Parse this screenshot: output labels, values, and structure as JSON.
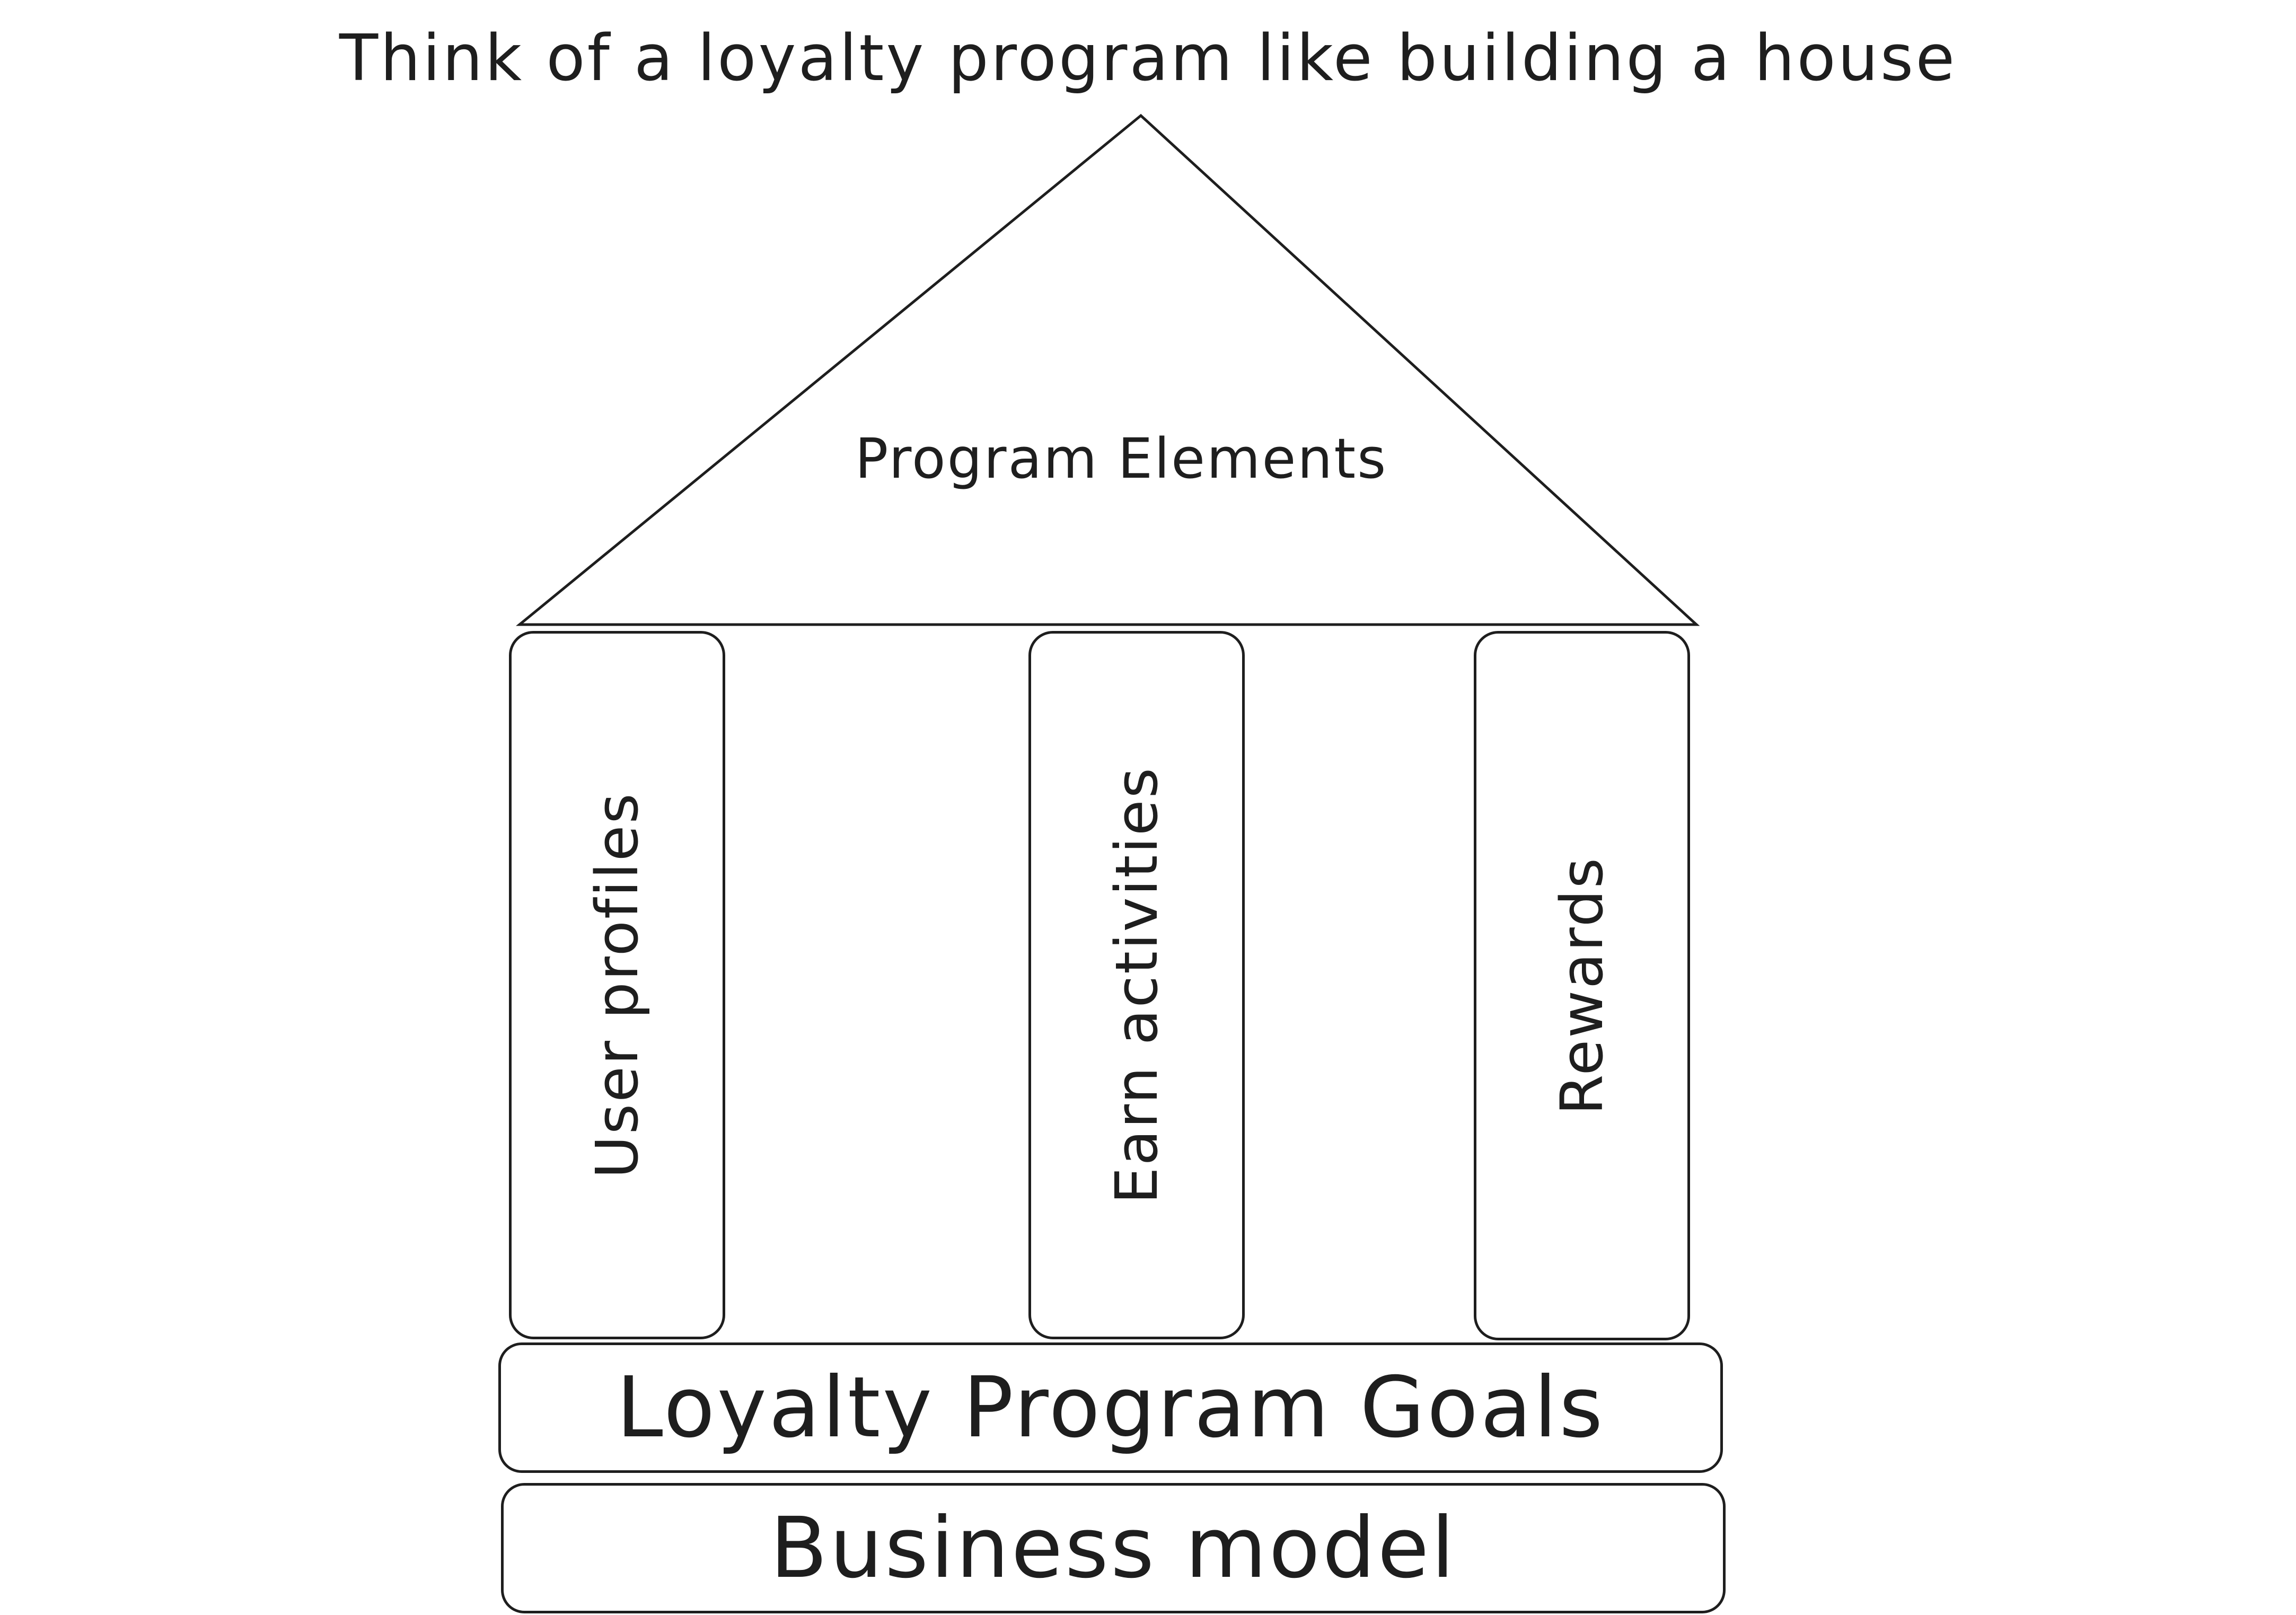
{
  "title": "Think of a loyalty program like building a house",
  "roof": {
    "label": "Program Elements"
  },
  "pillars": [
    {
      "label": "User profiles"
    },
    {
      "label": "Earn activities"
    },
    {
      "label": "Rewards"
    }
  ],
  "foundation": {
    "goals_label": "Loyalty Program Goals",
    "business_label": "Business model"
  },
  "colors": {
    "stroke": "#1e1e1e",
    "background": "#ffffff"
  }
}
